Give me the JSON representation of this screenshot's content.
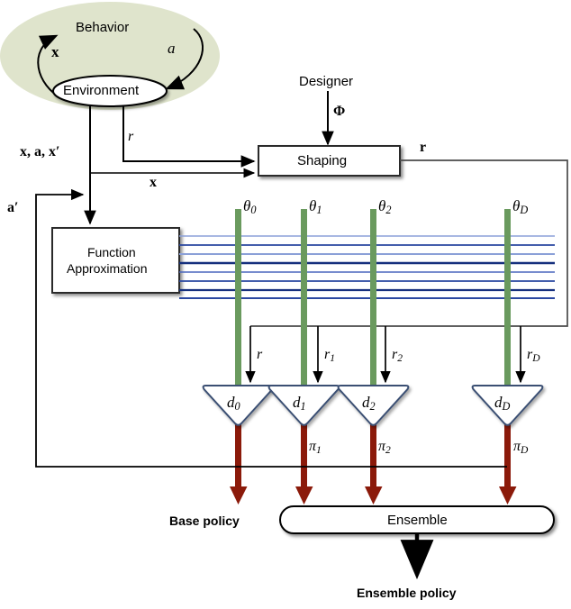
{
  "title": "Shaping ensemble reinforcement learning architecture diagram",
  "colors": {
    "env_ellipse_fill": "#dfe4cc",
    "theta_bar": "#6a9a5e",
    "policy_bar": "#8b1a0a",
    "feature_line_dark": "#1b3a8f",
    "feature_line_light": "#8ba0d8",
    "triangle_stroke": "#3a4f73",
    "box_stroke": "#333333",
    "arrow_black": "#000000"
  },
  "environment_group": {
    "behavior_label": "Behavior",
    "state_arrow_label": "x",
    "action_arrow_label": "a",
    "environment_label": "Environment"
  },
  "designer": {
    "label": "Designer",
    "potential_label": "Φ"
  },
  "boxes": {
    "shaping": "Shaping",
    "function_approximation_line1": "Function",
    "function_approximation_line2": "Approximation",
    "ensemble": "Ensemble"
  },
  "edge_labels": {
    "transition_tuple": "x, a, x′",
    "reward_from_env": "r",
    "state_to_shaping": "x",
    "shaped_reward_bus": "r",
    "action_feedback": "a′"
  },
  "theta_bars": [
    {
      "id": "theta_0",
      "label_base": "θ",
      "label_sub": "0"
    },
    {
      "id": "theta_1",
      "label_base": "θ",
      "label_sub": "1"
    },
    {
      "id": "theta_2",
      "label_base": "θ",
      "label_sub": "2"
    },
    {
      "id": "theta_D",
      "label_base": "θ",
      "label_sub": "D"
    }
  ],
  "reward_labels": [
    {
      "id": "r_base",
      "label_base": "r",
      "label_sub": ""
    },
    {
      "id": "r_1",
      "label_base": "r",
      "label_sub": "1"
    },
    {
      "id": "r_2",
      "label_base": "r",
      "label_sub": "2"
    },
    {
      "id": "r_D",
      "label_base": "r",
      "label_sub": "D"
    }
  ],
  "decision_nodes": [
    {
      "id": "d_0",
      "label_base": "d",
      "label_sub": "0"
    },
    {
      "id": "d_1",
      "label_base": "d",
      "label_sub": "1"
    },
    {
      "id": "d_2",
      "label_base": "d",
      "label_sub": "2"
    },
    {
      "id": "d_D",
      "label_base": "d",
      "label_sub": "D"
    }
  ],
  "policy_labels": [
    {
      "id": "pi_base",
      "label_base": "",
      "label_sub": ""
    },
    {
      "id": "pi_1",
      "label_base": "π",
      "label_sub": "1"
    },
    {
      "id": "pi_2",
      "label_base": "π",
      "label_sub": "2"
    },
    {
      "id": "pi_D",
      "label_base": "π",
      "label_sub": "D"
    }
  ],
  "outputs": {
    "base_policy": "Base policy",
    "ensemble_policy": "Ensemble policy"
  },
  "feature_lines_count": 8
}
